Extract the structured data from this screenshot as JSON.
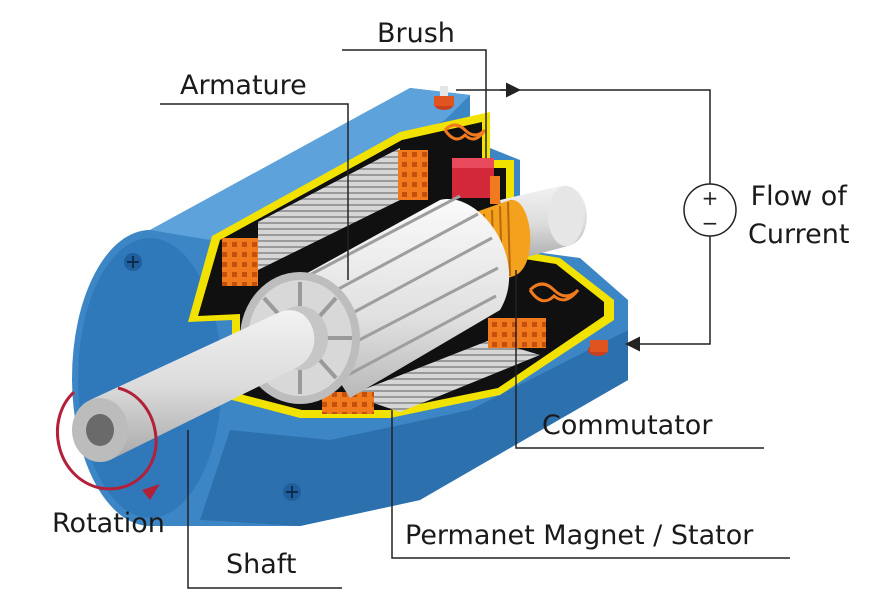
{
  "labels": {
    "brush": "Brush",
    "armature": "Armature",
    "flow_line1": "Flow of",
    "flow_line2": "Current",
    "commutator": "Commutator",
    "rotation": "Rotation",
    "magnet": "Permanet Magnet / Stator",
    "shaft": "Shaft"
  },
  "meter": {
    "plus": "+",
    "minus": "−"
  },
  "colors": {
    "housing": "#3d86c6",
    "housing_dark": "#1f5f9e",
    "housing_light": "#5da2da",
    "inner": "#101010",
    "yellow_trim": "#f2e200",
    "coil": "#f27a1e",
    "brush": "#d2283a",
    "commutator": "#f4a21e",
    "rotation_arrow": "#b3203a",
    "line": "#222222"
  }
}
